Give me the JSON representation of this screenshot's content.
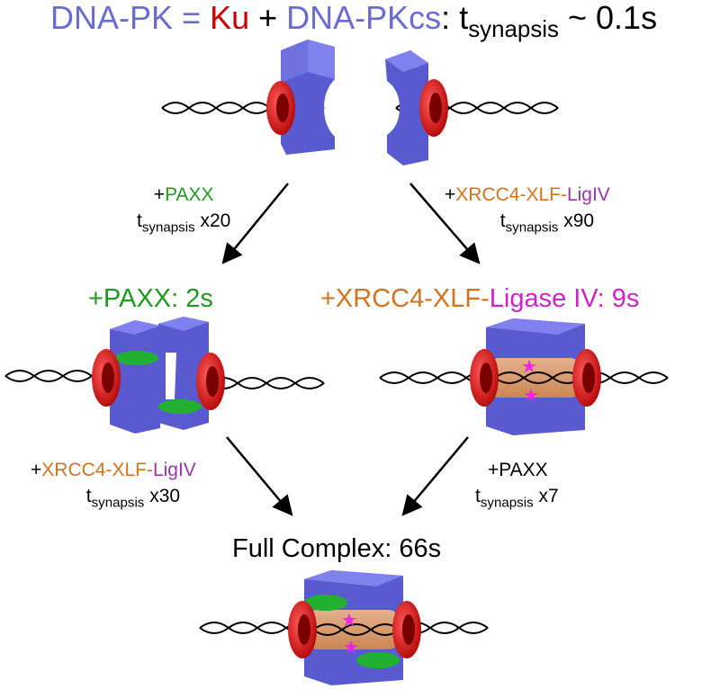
{
  "title": {
    "dnapk": "DNA-PK",
    "eq": " = ",
    "ku": "Ku",
    "plus": " + ",
    "pkcs": "DNA-PKcs",
    "colon": ": ",
    "t": "t",
    "sub": "synapsis",
    "value": " ~ 0.1s"
  },
  "left_arrow_label": {
    "plus": "+",
    "factor": "PAXX",
    "t": "t",
    "sub": "synapsis",
    "mult": " x20"
  },
  "right_arrow_label": {
    "plus": "+",
    "factor": "XRCC4-XLF-",
    "ligase": "LigIV",
    "t": "t",
    "sub": "synapsis",
    "mult": " x90"
  },
  "left_stage": {
    "text": "+PAXX: 2s"
  },
  "right_stage": {
    "prefix": "+XRCC4-XLF-",
    "ligase": "Ligase IV: 9s"
  },
  "lower_left_label": {
    "plus": "+",
    "factor": "XRCC4-XLF-",
    "ligase": "LigIV",
    "t": "t",
    "sub": "synapsis",
    "mult": " x30"
  },
  "lower_right_label": {
    "factor": "+PAXX",
    "t": "t",
    "sub": "synapsis",
    "mult": " x7"
  },
  "final_stage": {
    "text": "Full Complex: 66s"
  },
  "colors": {
    "dnapk_blue": "#6b6bd6",
    "ku_red": "#e01010",
    "paxx_green": "#22b030",
    "xrcc4_orange": "#d2731e",
    "ligase_magenta": "#dd22dd"
  }
}
